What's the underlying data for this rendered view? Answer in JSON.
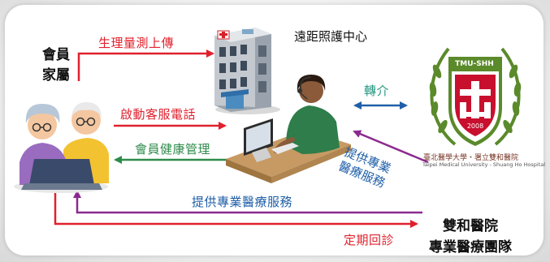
{
  "labels": {
    "member_line1": "會員",
    "member_line2": "家屬",
    "center": "遠距照護中心",
    "hospital_line1": "雙和醫院",
    "hospital_line2": "專業醫療團隊",
    "physio_upload": "生理量測上傳",
    "call_service": "啟動客服電話",
    "health_mgmt": "會員健康管理",
    "referral": "轉介",
    "pro_line1": "提供專業",
    "pro_line2": "醫療服務",
    "pro_service": "提供專業醫療服務",
    "regular_visit": "定期回診"
  },
  "seal": {
    "top": "TMU-SHH",
    "year": "2008",
    "name_cn": "臺北醫學大學・署立雙和醫院",
    "name_en": "Taipei Medical University - Shuang Ho Hospital"
  },
  "colors": {
    "red": "#e0212d",
    "green": "#2e8b4a",
    "blue": "#1f5fa8",
    "purple": "#8b2a8f",
    "teal": "#2a9a84",
    "seal_green": "#5a8a2a",
    "seal_red": "#c8102e"
  },
  "icons": [
    "elderly-couple-laptop-icon",
    "hospital-building-icon",
    "call-center-agent-icon",
    "hospital-seal-logo"
  ]
}
